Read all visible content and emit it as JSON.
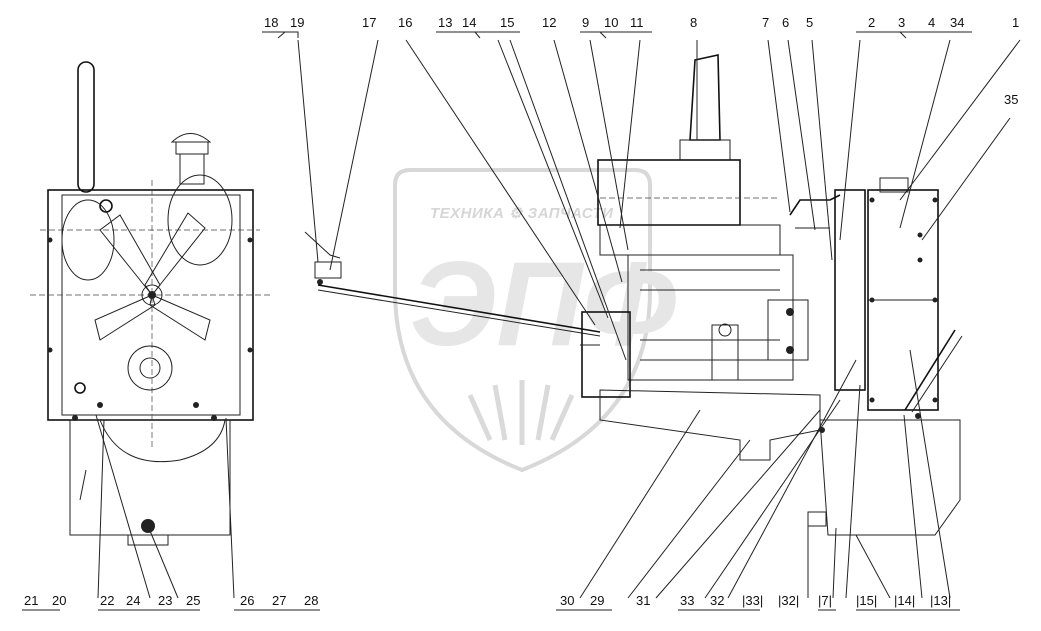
{
  "watermark": {
    "text": "ТЕХНИКА ⚙ ЗАПЧАСТИ",
    "logo_text": "ЭПФ"
  },
  "callouts_top": [
    "18",
    "19",
    "17",
    "16",
    "13",
    "14",
    "15",
    "12",
    "9",
    "10",
    "11",
    "8",
    "7",
    "6",
    "5",
    "2",
    "3",
    "4",
    "34",
    "1",
    "35"
  ],
  "callouts_bottom": [
    "21",
    "20",
    "22",
    "24",
    "23",
    "25",
    "26",
    "27",
    "28",
    "30",
    "29",
    "31",
    "33",
    "32",
    "|33|",
    "|32|",
    "|7|",
    "|15|",
    "|14|",
    "|13|"
  ]
}
